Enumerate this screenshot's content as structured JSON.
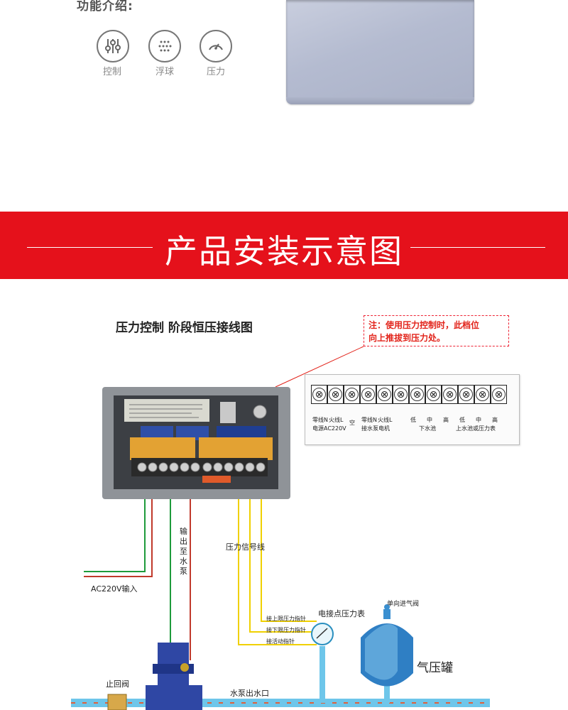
{
  "features": {
    "heading": "功能介绍:",
    "items": [
      {
        "label": "控制",
        "icon": "sliders-icon"
      },
      {
        "label": "浮球",
        "icon": "dots-icon"
      },
      {
        "label": "压力",
        "icon": "gauge-icon"
      }
    ]
  },
  "banner": {
    "title": "产品安装示意图",
    "color": "#e5111b"
  },
  "diagram": {
    "title": "压力控制  阶段恒压接线图",
    "note": {
      "line1": "注：使用压力控制时，此档位",
      "line2": "向上推拔到压力处。",
      "color": "#e2231a"
    },
    "terminal_symbol": "⊗",
    "terminals": {
      "space_label": "空",
      "row1": [
        "零线N",
        "火线L",
        "零线N",
        "火线L",
        "低",
        "中",
        "高",
        "低",
        "中",
        "高"
      ],
      "groups": [
        "电源AC220V",
        "接水泵电机",
        "下水池",
        "上水池或压力表"
      ]
    },
    "labels": {
      "output_to_pump": "输出至水泵",
      "pressure_signal": "压力信号线",
      "ac_input": "AC220V输入",
      "gauge": "电接点压力表",
      "check_valve_top": "单向进气阀",
      "tank": "气压罐",
      "check_valve": "止回阀",
      "pump_outlet": "水泵出水口",
      "wire_upper": "接上限压力指针",
      "wire_lower": "接下限压力指针",
      "wire_moving": "接活动指针"
    }
  }
}
